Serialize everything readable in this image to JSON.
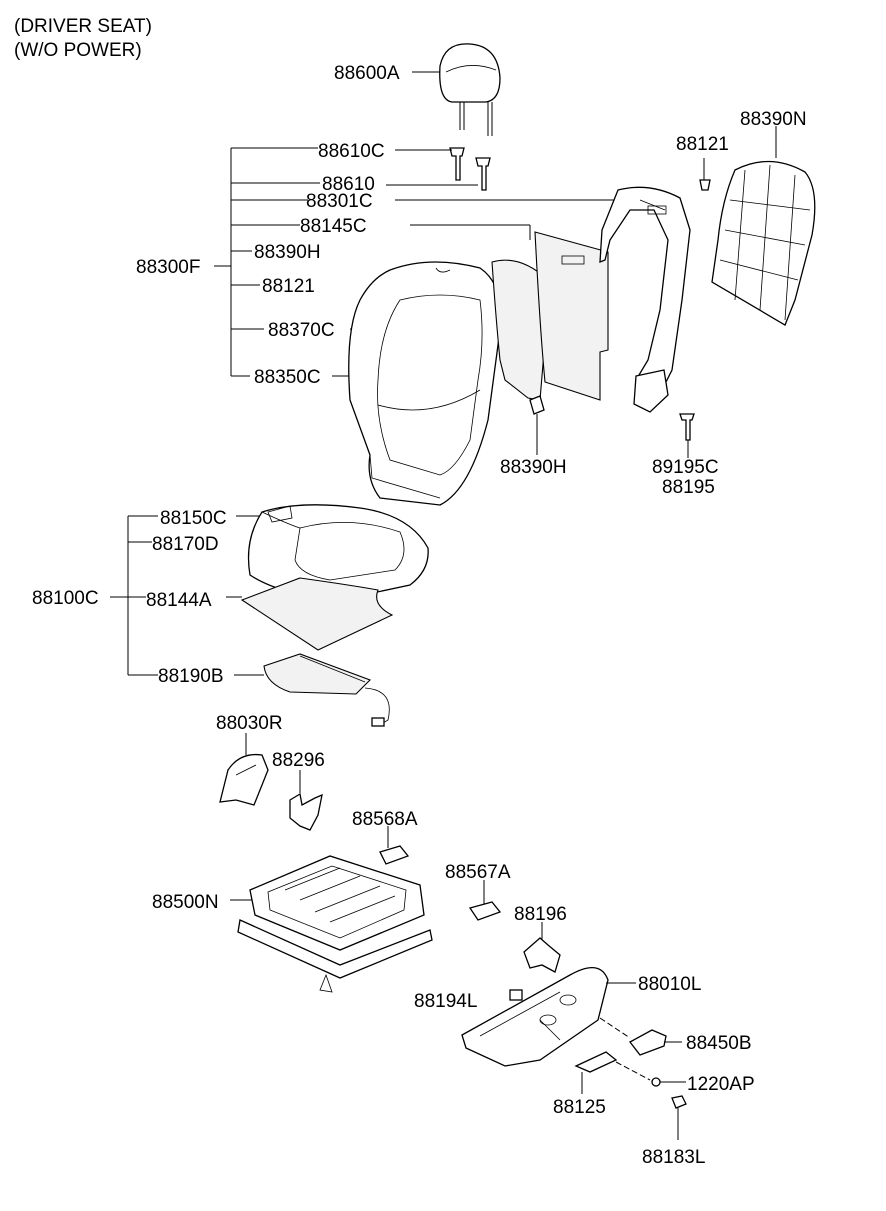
{
  "header": {
    "line1": "(DRIVER SEAT)",
    "line2": "(W/O POWER)"
  },
  "labels": {
    "l88600A": "88600A",
    "l88610C": "88610C",
    "l88610": "88610",
    "l88301C": "88301C",
    "l88145C": "88145C",
    "l88390H_a": "88390H",
    "l88300F": "88300F",
    "l88121_a": "88121",
    "l88370C": "88370C",
    "l88350C": "88350C",
    "l88121_b": "88121",
    "l88390N": "88390N",
    "l88390H_b": "88390H",
    "l89195C": "89195C",
    "l88195": "88195",
    "l88150C": "88150C",
    "l88170D": "88170D",
    "l88100C": "88100C",
    "l88144A": "88144A",
    "l88190B": "88190B",
    "l88030R": "88030R",
    "l88296": "88296",
    "l88568A": "88568A",
    "l88567A": "88567A",
    "l88500N": "88500N",
    "l88196": "88196",
    "l88010L": "88010L",
    "l88194L": "88194L",
    "l88450B": "88450B",
    "l1220AP": "1220AP",
    "l88125": "88125",
    "l88183L": "88183L"
  }
}
